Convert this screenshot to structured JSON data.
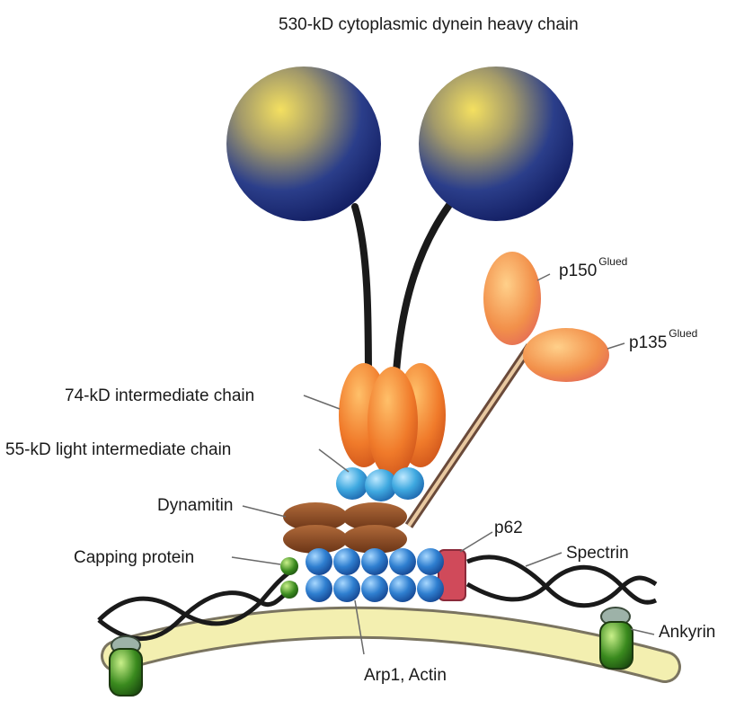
{
  "labels": {
    "heavy_chain": "530-kD cytoplasmic dynein heavy chain",
    "p150_base": "p150",
    "p150_sup": "Glued",
    "p135_base": "p135",
    "p135_sup": "Glued",
    "intermediate_chain": "74-kD intermediate chain",
    "light_intermediate_chain": "55-kD light intermediate chain",
    "dynamitin": "Dynamitin",
    "p62": "p62",
    "capping_protein": "Capping protein",
    "spectrin": "Spectrin",
    "ankyrin": "Ankyrin",
    "arp1_actin": "Arp1, Actin"
  },
  "colors": {
    "heavy_chain_head": "#1e2f78",
    "heavy_chain_highlight": "#e8d24a",
    "stalk": "#1a1a1a",
    "intermediate_chain": "#f07a2a",
    "light_intermediate_chain": "#3fa9e0",
    "glued": "#f08a4a",
    "dynamitin": "#8b4a22",
    "arp1_filament": "#2f7fd0",
    "capping_protein": "#2f6b2f",
    "p62": "#d04a5a",
    "membrane": "#f3efb0",
    "ankyrin": "#3a8a1e"
  }
}
